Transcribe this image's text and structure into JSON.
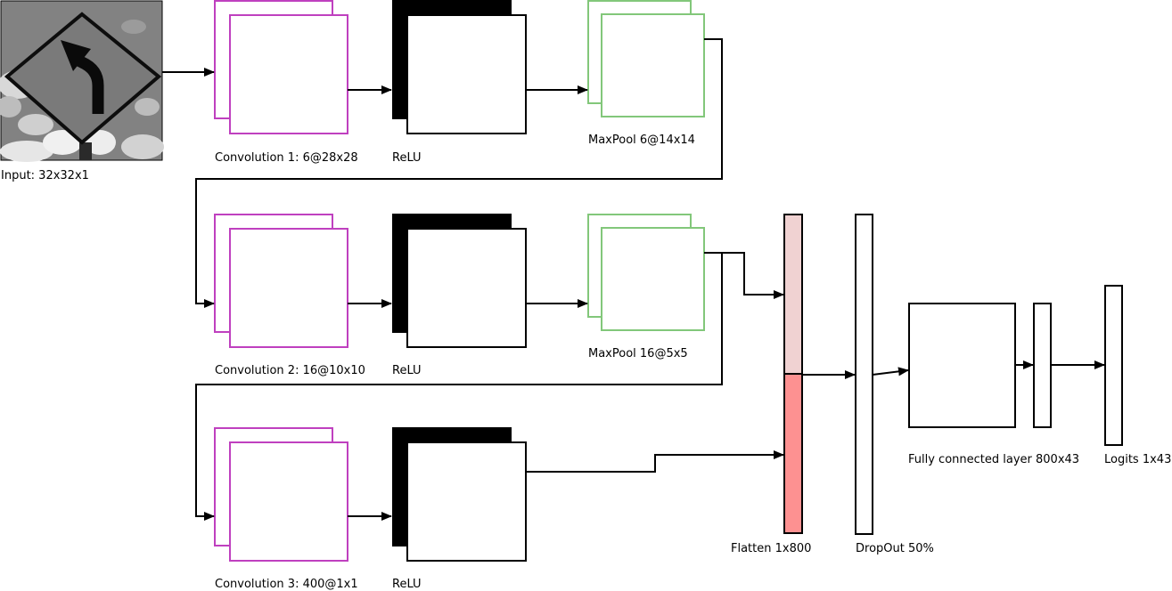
{
  "labels": {
    "input": "Input: 32x32x1",
    "conv1": "Convolution 1: 6@28x28",
    "relu1": "ReLU",
    "pool1": "MaxPool 6@14x14",
    "conv2": "Convolution 2: 16@10x10",
    "relu2": "ReLU",
    "pool2": "MaxPool 16@5x5",
    "conv3": "Convolution 3: 400@1x1",
    "relu3": "ReLU",
    "flatten": "Flatten 1x800",
    "dropout": "DropOut 50%",
    "fc": "Fully connected layer 800x43",
    "logits": "Logits 1x43"
  },
  "colors": {
    "conv": "#bf40bf",
    "pool": "#82c77a",
    "relu": "#000000",
    "flatten_top": "#f0d2d2",
    "flatten_bottom": "#fd9191",
    "stroke": "#000000"
  },
  "input_image": {
    "icon": "curve-left-road-sign"
  }
}
